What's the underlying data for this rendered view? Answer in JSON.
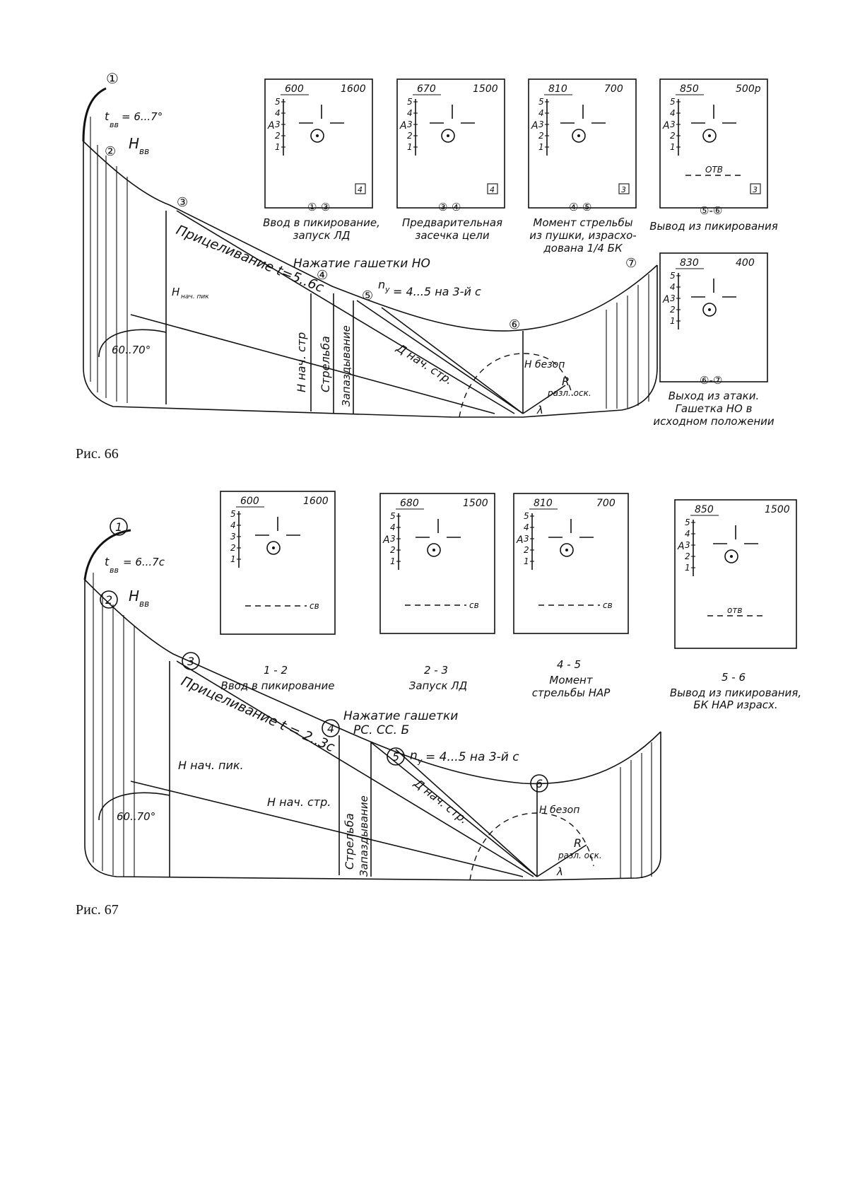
{
  "figure1": {
    "caption": "Рис. 66",
    "markers": {
      "m1": "①",
      "m2": "②",
      "m3": "③",
      "m4": "④",
      "m5": "⑤",
      "m6": "⑥",
      "m7": "⑦"
    },
    "labels": {
      "t_bb": "t",
      "t_bb_sub": "вв",
      "t_eq": "= 6...7°",
      "h_bb": "H",
      "h_bb_sub": "вв",
      "aiming": "Прицеливание t=5..6c",
      "press": "Нажатие гашетки НО",
      "ny": "n",
      "ny_sub": "y",
      "ny_text": "= 4...5 на 3-й с",
      "h_start": "H",
      "h_start_sub": "нач. пик",
      "angle": "60..70°",
      "h_nach_str": "H нач. стр",
      "strelba": "Стрельба",
      "zapazd": "Запаздывание",
      "d_nach": "Д нач. стр.",
      "h_bezop": "H безоп",
      "r": "R",
      "r_sub": "разл. оск.",
      "lambda": "λ"
    },
    "panels": [
      {
        "top_left": "600",
        "top_right": "1600",
        "scale": [
          "5",
          "4",
          "3",
          "2",
          "1"
        ],
        "side": "A",
        "box": "4",
        "label_range": "①-③",
        "caption_lines": [
          "Ввод в пикирование,",
          "запуск ЛД"
        ]
      },
      {
        "top_left": "670",
        "top_right": "1500",
        "scale": [
          "5",
          "4",
          "3",
          "2",
          "1"
        ],
        "side": "A",
        "box": "4",
        "label_range": "③-④",
        "caption_lines": [
          "Предварительная",
          "засечка цели"
        ]
      },
      {
        "top_left": "810",
        "top_right": "700",
        "scale": [
          "5",
          "4",
          "3",
          "2",
          "1"
        ],
        "side": "A",
        "box": "3",
        "label_range": "④-⑤",
        "caption_lines": [
          "Момент стрельбы",
          "из пушки, израсхо-",
          "дована 1/4 БК"
        ]
      },
      {
        "top_left": "850",
        "top_right": "500р",
        "scale": [
          "5",
          "4",
          "3",
          "2",
          "1"
        ],
        "side": "A",
        "box": "3",
        "otv": "ОТВ",
        "label_range": "⑤-⑥",
        "caption_lines": [
          "Вывод из пикирования"
        ]
      },
      {
        "top_left": "830",
        "top_right": "400",
        "scale": [
          "5",
          "4",
          "3",
          "2",
          "1"
        ],
        "side": "A",
        "label_range": "⑥-⑦",
        "caption_lines": [
          "Выход из атаки.",
          "Гашетка НО в",
          "исходном положении"
        ]
      }
    ]
  },
  "figure2": {
    "caption": "Рис. 67",
    "markers": {
      "m1": "1",
      "m2": "2",
      "m3": "3",
      "m4": "4",
      "m5": "5",
      "m6": "6"
    },
    "labels": {
      "t_bb": "t",
      "t_bb_sub": "вв",
      "t_eq": "= 6...7с",
      "h_bb": "H",
      "h_bb_sub": "вв",
      "aiming": "Прицеливание t = 2..3с",
      "press_l1": "Нажатие гашетки",
      "press_l2": "РС. СС. Б",
      "ny": "n",
      "ny_sub": "y",
      "ny_text": "= 4...5 на 3-й с",
      "h_start": "H нач. пик.",
      "angle": "60..70°",
      "h_nach_str": "H нач. стр.",
      "strelba": "Стрельба",
      "zapazd": "Запаздывание",
      "d_nach": "Д нач. стр.",
      "h_bezop": "H безоп",
      "r": "R",
      "r_sub": "разл. оск.",
      "lambda": "λ"
    },
    "panels": [
      {
        "top_left": "600",
        "top_right": "1600",
        "scale": [
          "5",
          "4",
          "3",
          "2",
          "1"
        ],
        "cb": "св",
        "label_range": "1 - 2",
        "caption_lines": [
          "Ввод в пикирование"
        ]
      },
      {
        "top_left": "680",
        "top_right": "1500",
        "scale": [
          "5",
          "4",
          "3",
          "2",
          "1"
        ],
        "side": "A",
        "cb": "св",
        "label_range": "2 - 3",
        "caption_lines": [
          "Запуск ЛД"
        ]
      },
      {
        "top_left": "810",
        "top_right": "700",
        "scale": [
          "5",
          "4",
          "3",
          "2",
          "1"
        ],
        "side": "A",
        "cb": "св",
        "label_range": "4 - 5",
        "caption_lines": [
          "Момент",
          "стрельбы НАР"
        ]
      },
      {
        "top_left": "850",
        "top_right": "1500",
        "scale": [
          "5",
          "4",
          "3",
          "2",
          "1"
        ],
        "side": "A",
        "otv": "отв",
        "label_range": "5 - 6",
        "caption_lines": [
          "Вывод из пикирования,",
          "БК НАР израсх."
        ]
      }
    ]
  }
}
